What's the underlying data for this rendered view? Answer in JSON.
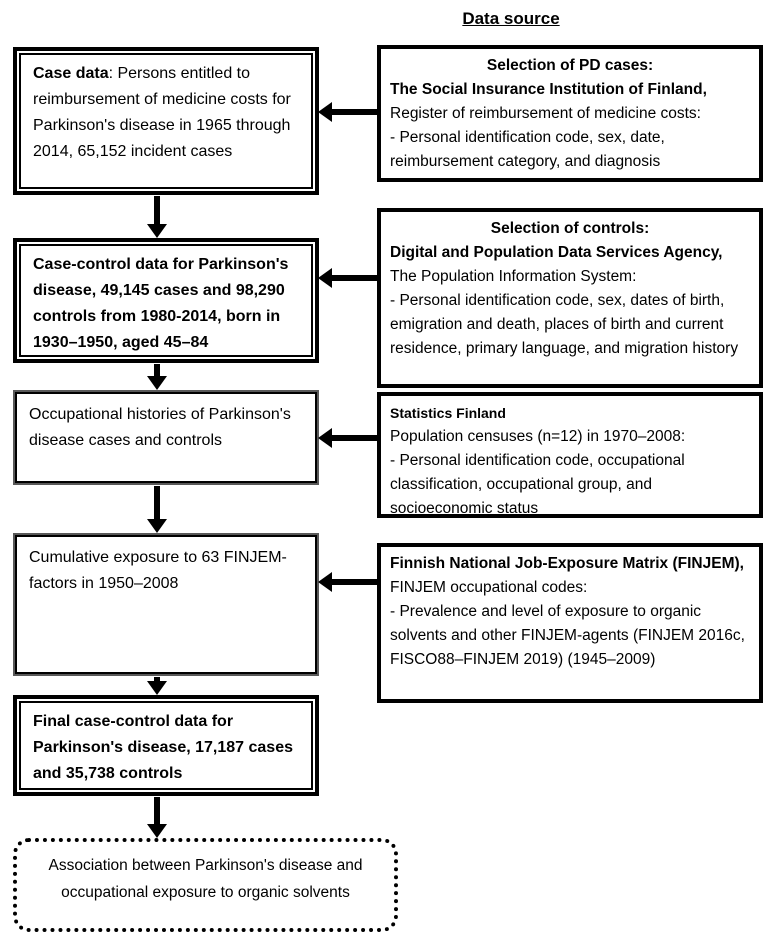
{
  "title": "Data source",
  "colors": {
    "ink": "#000000",
    "background": "#ffffff",
    "muted_border": "#595959"
  },
  "left_boxes": [
    {
      "lead": "Case data",
      "text": ": Persons entitled to reimbursement of medicine costs for Parkinson's disease in 1965 through 2014, 65,152 incident cases"
    },
    {
      "text": "Case-control data for Parkinson's disease, 49,145 cases and 98,290 controls from 1980-2014, born in 1930–1950, aged 45–84"
    },
    {
      "text": "Occupational histories of Parkinson's disease cases and controls"
    },
    {
      "text": "Cumulative exposure to 63 FINJEM-factors in 1950–2008"
    },
    {
      "text": "Final case-control data for Parkinson's disease, 17,187 cases and 35,738 controls"
    }
  ],
  "right_boxes": [
    {
      "heading_center": "Selection of PD cases:",
      "org": "The Social Insurance Institution of Finland,",
      "register": "Register of reimbursement of medicine costs:",
      "detail": "- Personal identification code, sex, date, reimbursement category, and diagnosis"
    },
    {
      "heading_center": "Selection of controls:",
      "org": "Digital and Population Data Services Agency,",
      "register": "The Population Information System:",
      "detail": "- Personal identification code, sex, dates of birth, emigration and death, places of birth and current residence, primary language, and migration history"
    },
    {
      "org": "Statistics Finland",
      "register": "Population censuses (n=12) in 1970–2008:",
      "detail": "- Personal identification code, occupational classification, occupational group, and socioeconomic status"
    },
    {
      "org": "Finnish National Job-Exposure Matrix (FINJEM),",
      "register": "FINJEM occupational codes:",
      "detail": "- Prevalence and level of exposure to organic solvents and other FINJEM-agents (FINJEM 2016c, FISCO88–FINJEM 2019) (1945–2009)"
    }
  ],
  "outcome_box": {
    "text": "Association between Parkinson's disease and occupational exposure to organic solvents"
  }
}
